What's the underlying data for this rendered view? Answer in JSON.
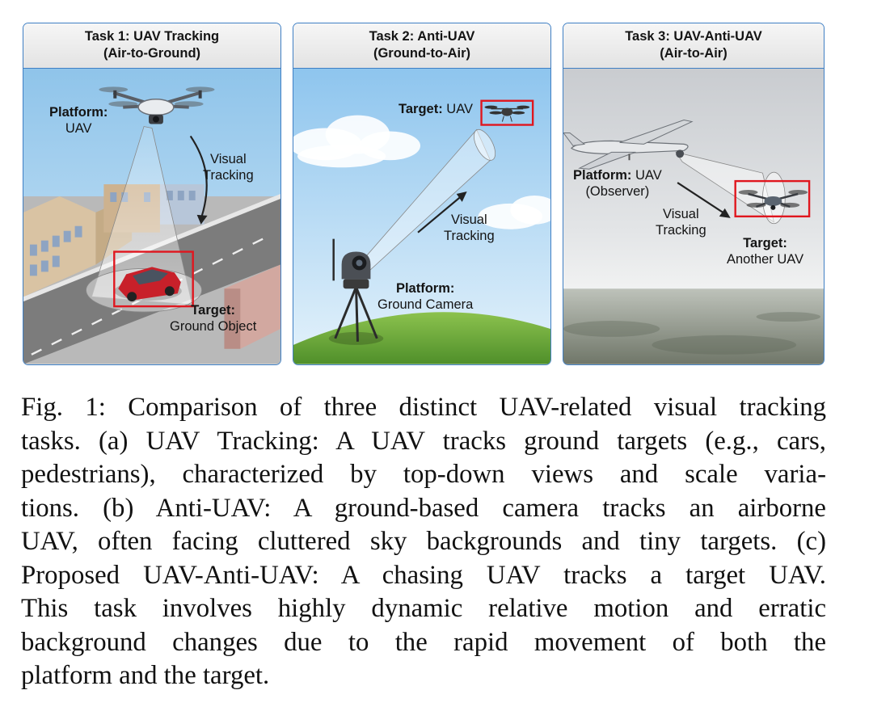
{
  "panels": [
    {
      "title_line1": "Task 1: UAV Tracking",
      "title_line2": "(Air-to-Ground)",
      "platform_key": "Platform:",
      "platform_val": "UAV",
      "track_l1": "Visual",
      "track_l2": "Tracking",
      "target_key": "Target:",
      "target_val": "Ground Object"
    },
    {
      "title_line1": "Task 2: Anti-UAV",
      "title_line2": "(Ground-to-Air)",
      "target_key": "Target:",
      "target_val": "UAV",
      "track_l1": "Visual",
      "track_l2": "Tracking",
      "platform_key": "Platform:",
      "platform_val": "Ground Camera"
    },
    {
      "title_line1": "Task 3: UAV-Anti-UAV",
      "title_line2": "(Air-to-Air)",
      "platform_key": "Platform:",
      "platform_val": "UAV",
      "platform_sub": "(Observer)",
      "track_l1": "Visual",
      "track_l2": "Tracking",
      "target_key": "Target:",
      "target_val": "Another UAV"
    }
  ],
  "caption": {
    "lines": [
      "Fig. 1: Comparison of three distinct UAV-related visual tracking",
      "tasks. (a) UAV Tracking: A UAV tracks ground targets (e.g., cars,",
      "pedestrians), characterized by top-down views and scale varia-",
      "tions. (b) Anti-UAV: A ground-based camera tracks an airborne",
      "UAV, often facing cluttered sky backgrounds and tiny targets. (c)",
      "Proposed UAV-Anti-UAV: A chasing UAV tracks a target UAV.",
      "This task involves highly dynamic relative motion and erratic",
      "background changes due to the rapid movement of both the",
      "platform and the target."
    ]
  },
  "colors": {
    "panel_border": "#3f7fc4",
    "target_box": "#e0161e",
    "car": "#c8202a",
    "sky": "#a9d2ef",
    "grass": "#6fae3c"
  }
}
